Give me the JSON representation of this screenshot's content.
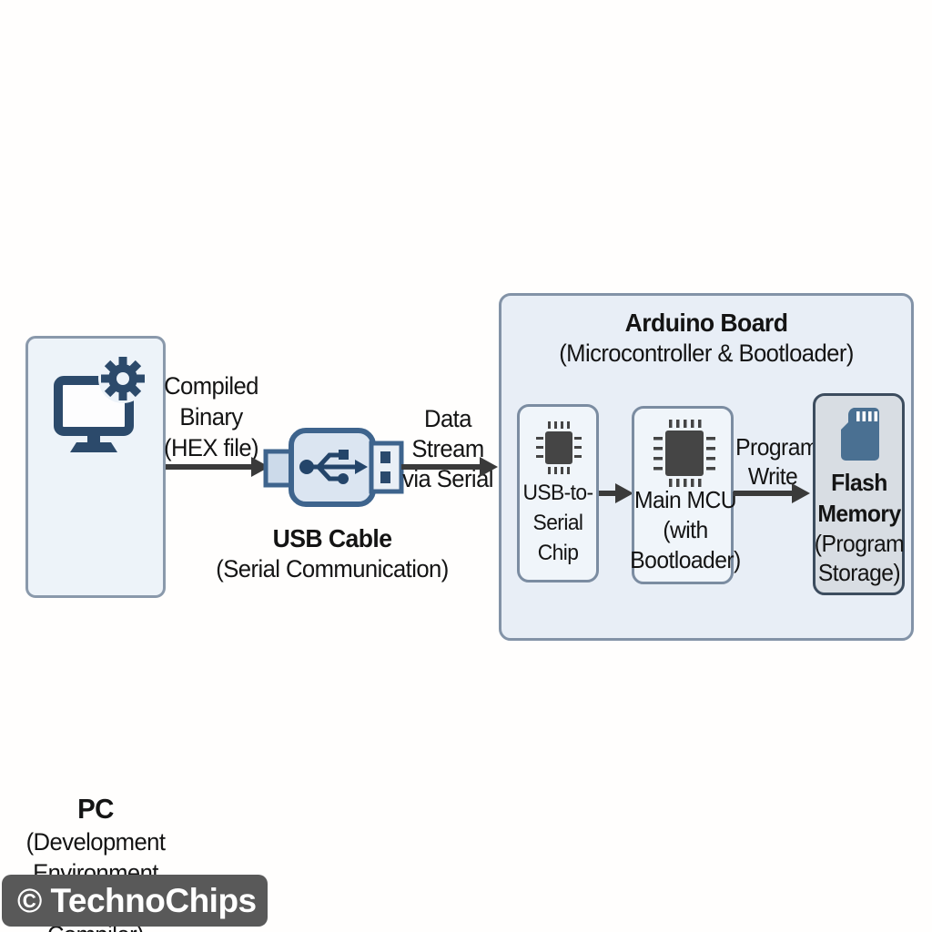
{
  "watermark": {
    "label": "© TechnoChips",
    "bg": "#595959",
    "text_color": "#ffffff"
  },
  "pc": {
    "title": "PC",
    "lines": [
      "(Development",
      "Environment &",
      "Compiler)"
    ],
    "icon": "computer-gear-icon"
  },
  "compiled_binary": {
    "lines": [
      "Compiled",
      "Binary",
      "(HEX file)"
    ]
  },
  "usb_cable": {
    "title": "USB Cable",
    "subtitle": "(Serial Communication)",
    "icon": "usb-connector-icon"
  },
  "data_stream": {
    "lines": [
      "Data Stream",
      "via Serial"
    ]
  },
  "arduino": {
    "title": "Arduino Board",
    "subtitle": "(Microcontroller & Bootloader)"
  },
  "usb_serial": {
    "lines": [
      "USB-to-",
      "Serial",
      "Chip"
    ],
    "icon": "chip-icon"
  },
  "main_mcu": {
    "lines": [
      "Main MCU",
      "(with",
      "Bootloader)"
    ],
    "icon": "chip-icon"
  },
  "program_write": {
    "lines": [
      "Program",
      "Write"
    ]
  },
  "flash": {
    "bold_lines": [
      "Flash",
      "Memory"
    ],
    "lines": [
      "(Program",
      "Storage)"
    ],
    "icon": "microsd-card-icon"
  },
  "colors": {
    "icon_navy": "#2c4a6b",
    "usb_fill": "#dbe5f1",
    "usb_border": "#3e648d",
    "board_fill": "#e8eef6",
    "inner_box_fill": "#f0f5fa",
    "flash_fill": "#d8dde3",
    "flash_border": "#3c4c5e",
    "chip_gray": "#454545",
    "sd_blue": "#4a7092",
    "arrow": "#3a3a3a",
    "watermark_bg": "#595959"
  }
}
